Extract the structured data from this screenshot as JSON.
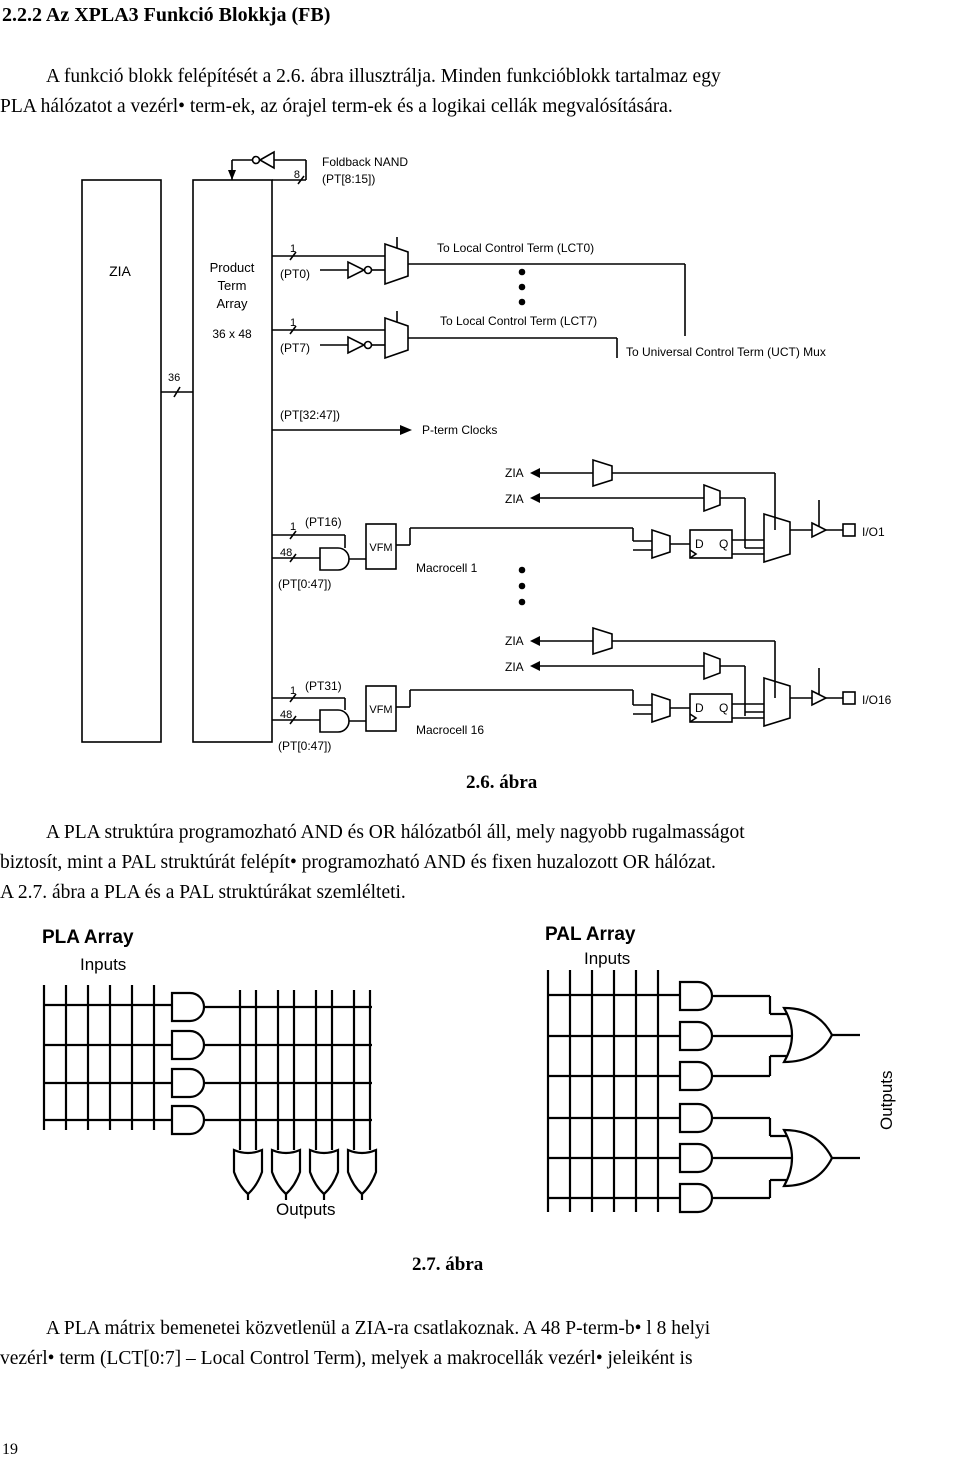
{
  "heading": "2.2.2 Az XPLA3 Funkció Blokkja (FB)",
  "para1": {
    "line1": "A funkció blokk felépítését a 2.6. ábra illusztrálja. Minden funkcióblokk tartalmaz egy",
    "line2": "PLA hálózatot a vezérl• term-ek, az órajel term-ek és a logikai cellák megvalósítására."
  },
  "fig1": {
    "caption": "2.6. ábra",
    "labels": {
      "zia": "ZIA",
      "pta_1": "Product",
      "pta_2": "Term",
      "pta_3": "Array",
      "pta_size": "36 x 48",
      "bus36": "36",
      "foldback_1": "Foldback NAND",
      "foldback_2": "(PT[8:15])",
      "foldback_n": "8",
      "one_a": "1",
      "pt0": "(PT0)",
      "lct0": "To Local Control Term (LCT0)",
      "one_b": "1",
      "pt7": "(PT7)",
      "lct7": "To Local Control Term (LCT7)",
      "uct": "To Universal Control Term (UCT) Mux",
      "pt3247": "(PT[32:47])",
      "pterm_clocks": "P-term Clocks",
      "zia_a": "ZIA",
      "zia_b": "ZIA",
      "one_c": "1",
      "pt16": "(PT16)",
      "n48_a": "48",
      "pt047_a": "(PT[0:47])",
      "vfm_a": "VFM",
      "d_a": "D",
      "q_a": "Q",
      "macrocell1": "Macrocell 1",
      "io1": "I/O1",
      "zia_c": "ZIA",
      "zia_d": "ZIA",
      "one_d": "1",
      "pt31": "(PT31)",
      "n48_b": "48",
      "pt047_b": "(PT[0:47])",
      "vfm_b": "VFM",
      "d_b": "D",
      "q_b": "Q",
      "macrocell16": "Macrocell 16",
      "io16": "I/O16"
    }
  },
  "para2": {
    "line1": "A PLA struktúra programozható AND és OR hálózatból áll, mely nagyobb rugalmasságot",
    "line2": "biztosít, mint a PAL struktúrát felépít•  programozható AND és fixen huzalozott OR hálózat.",
    "line3": "A 2.7. ábra a PLA és a PAL struktúrákat szemlélteti."
  },
  "fig2": {
    "caption": "2.7. ábra",
    "pla_title": "PLA Array",
    "pla_inputs": "Inputs",
    "pla_outputs": "Outputs",
    "pal_title": "PAL Array",
    "pal_inputs": "Inputs",
    "pal_outputs": "Outputs"
  },
  "para3": {
    "line1": "A PLA mátrix bemenetei közvetlenül a ZIA-ra csatlakoznak. A 48 P-term-b• l 8 helyi",
    "line2": "vezérl•  term (LCT[0:7] – Local Control Term), melyek a makrocellák vezérl•  jeleiként is"
  },
  "page_number": "19"
}
